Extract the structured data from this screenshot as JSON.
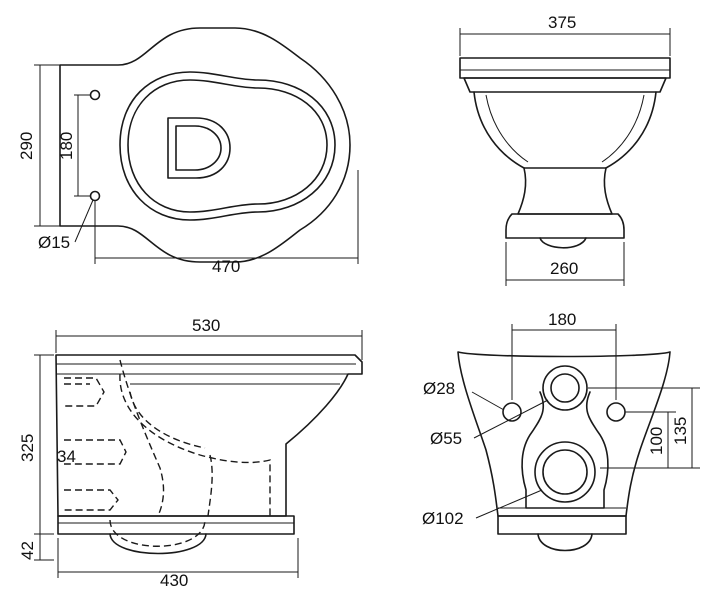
{
  "views": {
    "top": {
      "width_label": "470",
      "height_label": "290",
      "hole_spacing_label": "180",
      "hole_diameter_label": "Ø15",
      "brand_glyph": "D"
    },
    "front": {
      "width_label": "375",
      "base_width_label": "260"
    },
    "side": {
      "length_label": "530",
      "base_length_label": "430",
      "height_label": "325",
      "base_height_label": "42",
      "waste_offset_label": "34"
    },
    "rear": {
      "width_label": "180",
      "fixing_hole_label": "Ø28",
      "inlet_label": "Ø55",
      "outlet_label": "Ø102",
      "inner_height_label": "100",
      "outer_height_label": "135"
    }
  }
}
